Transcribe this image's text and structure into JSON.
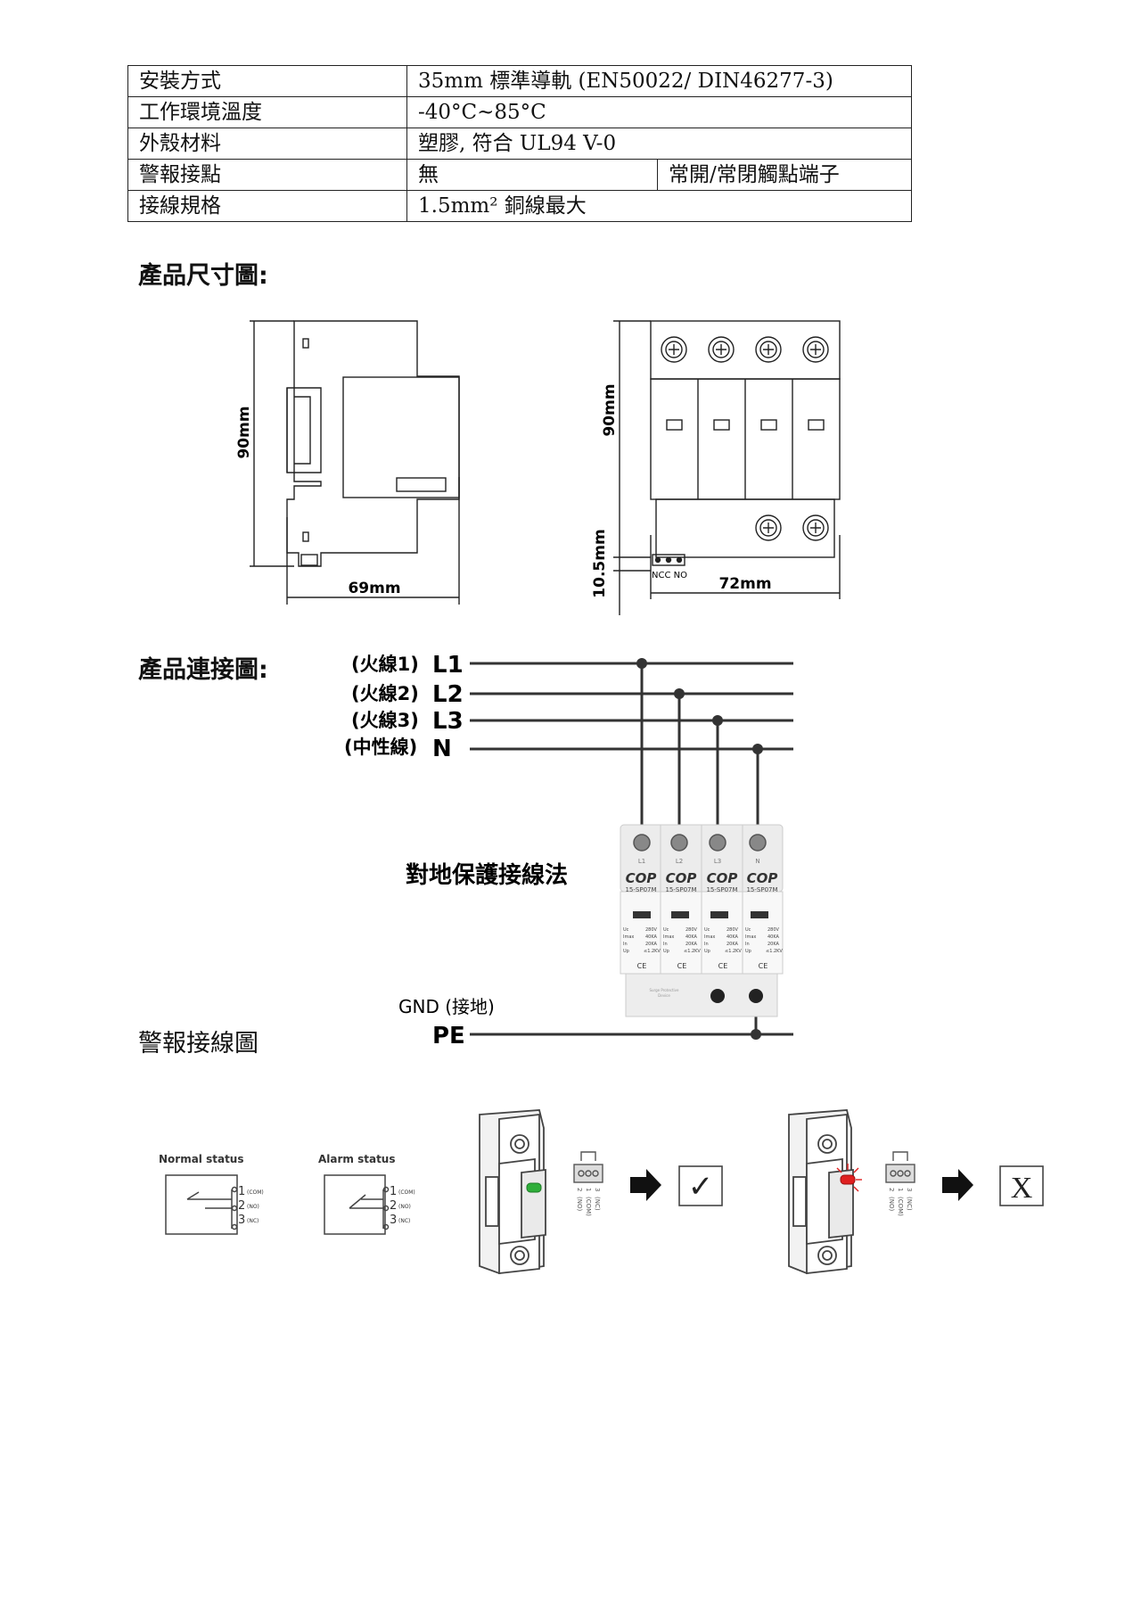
{
  "spec_table": {
    "rows": [
      {
        "label": "安裝方式",
        "value": "35mm 標準導軌 (EN50022/ DIN46277-3)",
        "value2": ""
      },
      {
        "label": "工作環境溫度",
        "value": "-40°C~85°C",
        "value2": ""
      },
      {
        "label": "外殼材料",
        "value": "塑膠, 符合 UL94 V-0",
        "value2": ""
      },
      {
        "label": "警報接點",
        "value": "無",
        "value2": "常開/常閉觸點端子"
      },
      {
        "label": "接線規格",
        "value": "1.5mm² 銅線最大",
        "value2": ""
      }
    ]
  },
  "dimension_section": {
    "heading": "產品尺寸圖:",
    "side_view": {
      "height_label": "90mm",
      "width_label": "69mm"
    },
    "front_view": {
      "height_label": "90mm",
      "terminal_height_label": "10.5mm",
      "width_label": "72mm",
      "terminal_labels": "NCC NO"
    }
  },
  "connection_section": {
    "heading": "產品連接圖:",
    "lines": [
      {
        "prefix": "(火線1)",
        "name": "L1"
      },
      {
        "prefix": "(火線2)",
        "name": "L2"
      },
      {
        "prefix": "(火線3)",
        "name": "L3"
      },
      {
        "prefix": "(中性線)",
        "name": "N"
      }
    ],
    "method_label": "對地保護接線法",
    "device": {
      "terminal_labels": [
        "L1",
        "L2",
        "L3",
        "N"
      ],
      "brand": "COP",
      "model": "15-SP07M",
      "ratings": [
        [
          "Uc",
          "280V"
        ],
        [
          "Imax",
          "40KA"
        ],
        [
          "In",
          "20KA"
        ],
        [
          "Up",
          "≤1.2KV"
        ]
      ],
      "cert": "CE",
      "base_text": [
        "Surge Protective",
        "Device"
      ]
    },
    "gnd_label": "GND (接地)",
    "pe_label": "PE"
  },
  "alarm_section": {
    "heading": "警報接線圖",
    "normal_label": "Normal status",
    "alarm_label": "Alarm status",
    "pins": [
      {
        "num": "1",
        "tag": "(COM)"
      },
      {
        "num": "2",
        "tag": "(NO)"
      },
      {
        "num": "3",
        "tag": "(NC)"
      }
    ],
    "ok_symbol": "✓",
    "fail_symbol": "X"
  }
}
